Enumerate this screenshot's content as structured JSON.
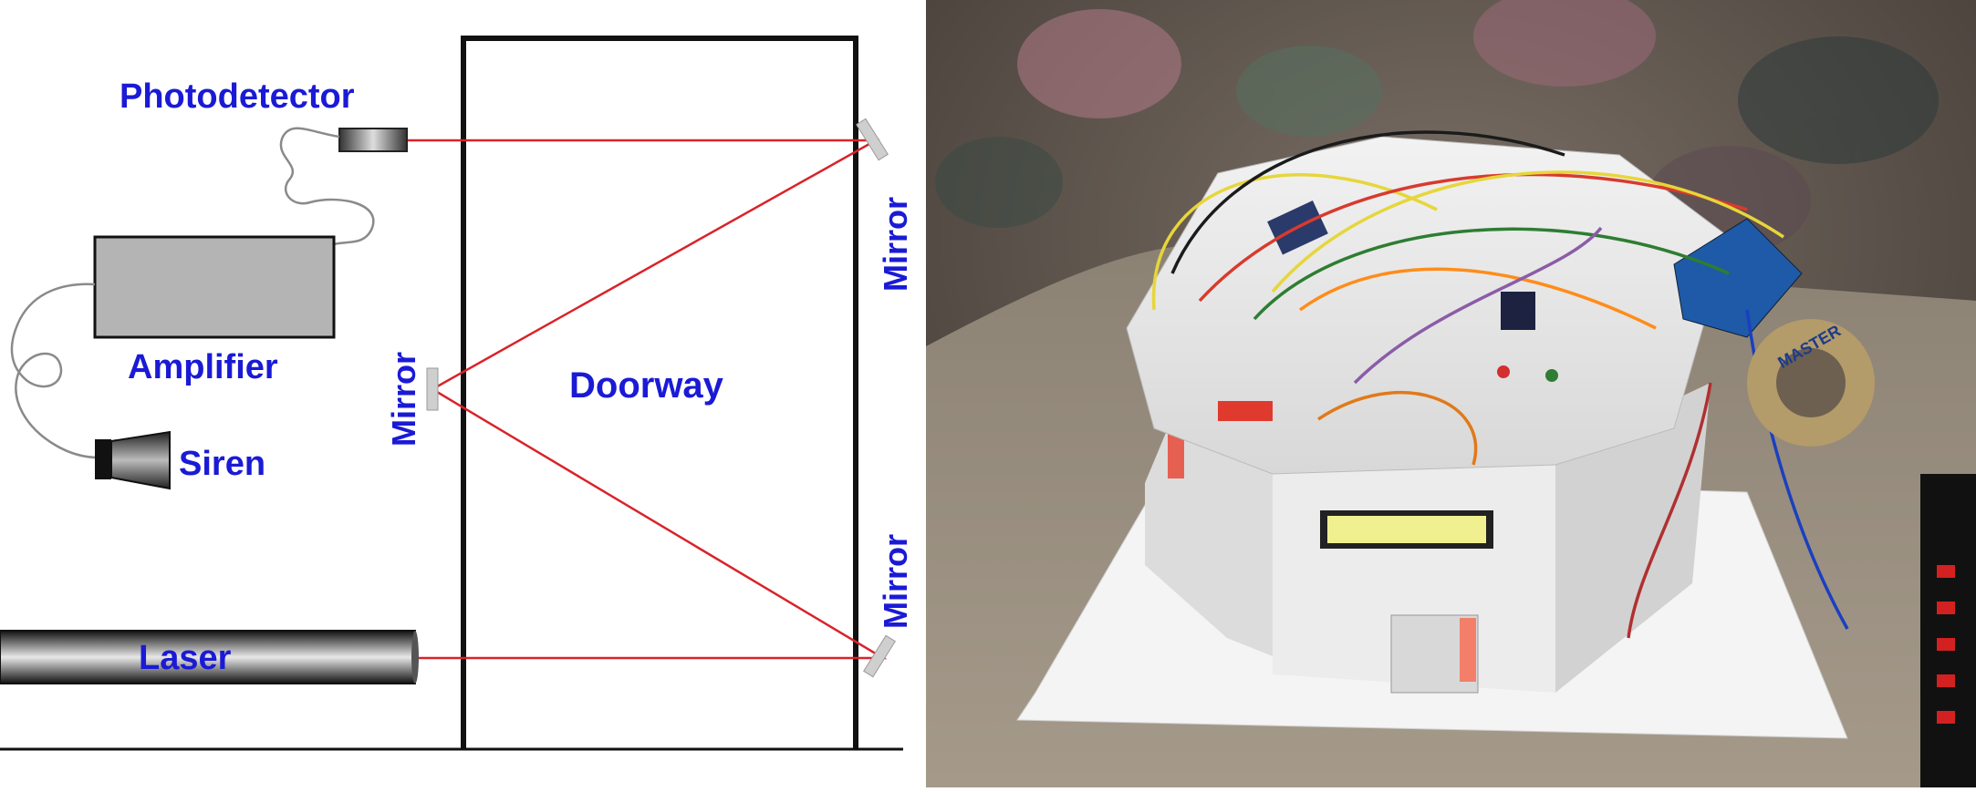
{
  "diagram": {
    "labels": {
      "photodetector": "Photodetector",
      "amplifier": "Amplifier",
      "siren": "Siren",
      "laser": "Laser",
      "doorway": "Doorway",
      "mirror_left": "Mirror",
      "mirror_top_right": "Mirror",
      "mirror_bottom_right": "Mirror"
    },
    "colors": {
      "label_blue": "#1a1ad6",
      "beam_red": "#d9232a",
      "door_frame": "#111111"
    }
  },
  "photo": {
    "description_icons": [
      "cardboard-model",
      "lcd-display",
      "arduino-board",
      "jumper-wires",
      "tape-roll"
    ],
    "tape_text": "MASTER"
  }
}
